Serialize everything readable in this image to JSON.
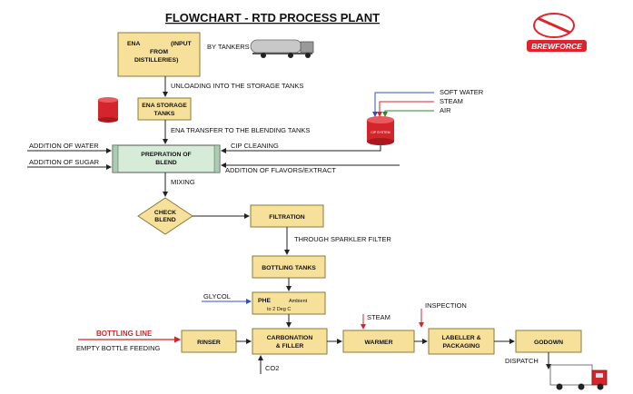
{
  "title": "FLOWCHART - RTD PROCESS PLANT",
  "logo": {
    "text": "BREWFORCE",
    "color": "#e0232a"
  },
  "colors": {
    "box_fill": "#f7e19a",
    "box_stroke": "#8a7a3a",
    "blend_fill": "#d6ecd8",
    "tank_red": "#d4252b",
    "arrow": "#222222"
  },
  "boxes": {
    "ena_input": {
      "line1": "ENA",
      "line2": "(INPUT",
      "line3": "FROM",
      "line4": "DISTILLERIES)"
    },
    "ena_storage": {
      "line1": "ENA STORAGE",
      "line2": "TANKS"
    },
    "blend": {
      "line1": "PREPRATION OF",
      "line2": "BLEND"
    },
    "check_blend": {
      "line1": "CHECK",
      "line2": "BLEND"
    },
    "filtration": "FILTRATION",
    "bottling_tanks": "BOTTLING TANKS",
    "phe": {
      "name": "PHE",
      "line1": "Ambient",
      "line2": "to 2 Deg C"
    },
    "rinser": "RINSER",
    "carbonation": {
      "line1": "CARBONATION",
      "line2": "& FILLER"
    },
    "warmer": "WARMER",
    "labeller": {
      "line1": "LABELLER &",
      "line2": "PACKAGING"
    },
    "godown": "GODOWN",
    "cip_tank": "CIP SYSTEM"
  },
  "labels": {
    "by_tankers": "BY TANKERS",
    "unloading": "UNLOADING INTO THE STORAGE TANKS",
    "ena_transfer": "ENA TRANSFER TO THE BLENDING TANKS",
    "soft_water": "SOFT WATER",
    "steam_top": "STEAM",
    "air": "AIR",
    "addition_water": "ADDITION OF WATER",
    "addition_sugar": "ADDITION OF SUGAR",
    "cip_cleaning": "CIP CLEANING",
    "addition_flavors": "ADDITION OF FLAVORS/EXTRACT",
    "mixing": "MIXING",
    "sparkler": "THROUGH SPARKLER FILTER",
    "glycol": "GLYCOL",
    "steam_warmer": "STEAM",
    "inspection": "INSPECTION",
    "bottling_line": "BOTTLING LINE",
    "empty_bottle": "EMPTY BOTTLE FEEDING",
    "co2": "CO2",
    "dispatch": "DISPATCH"
  }
}
